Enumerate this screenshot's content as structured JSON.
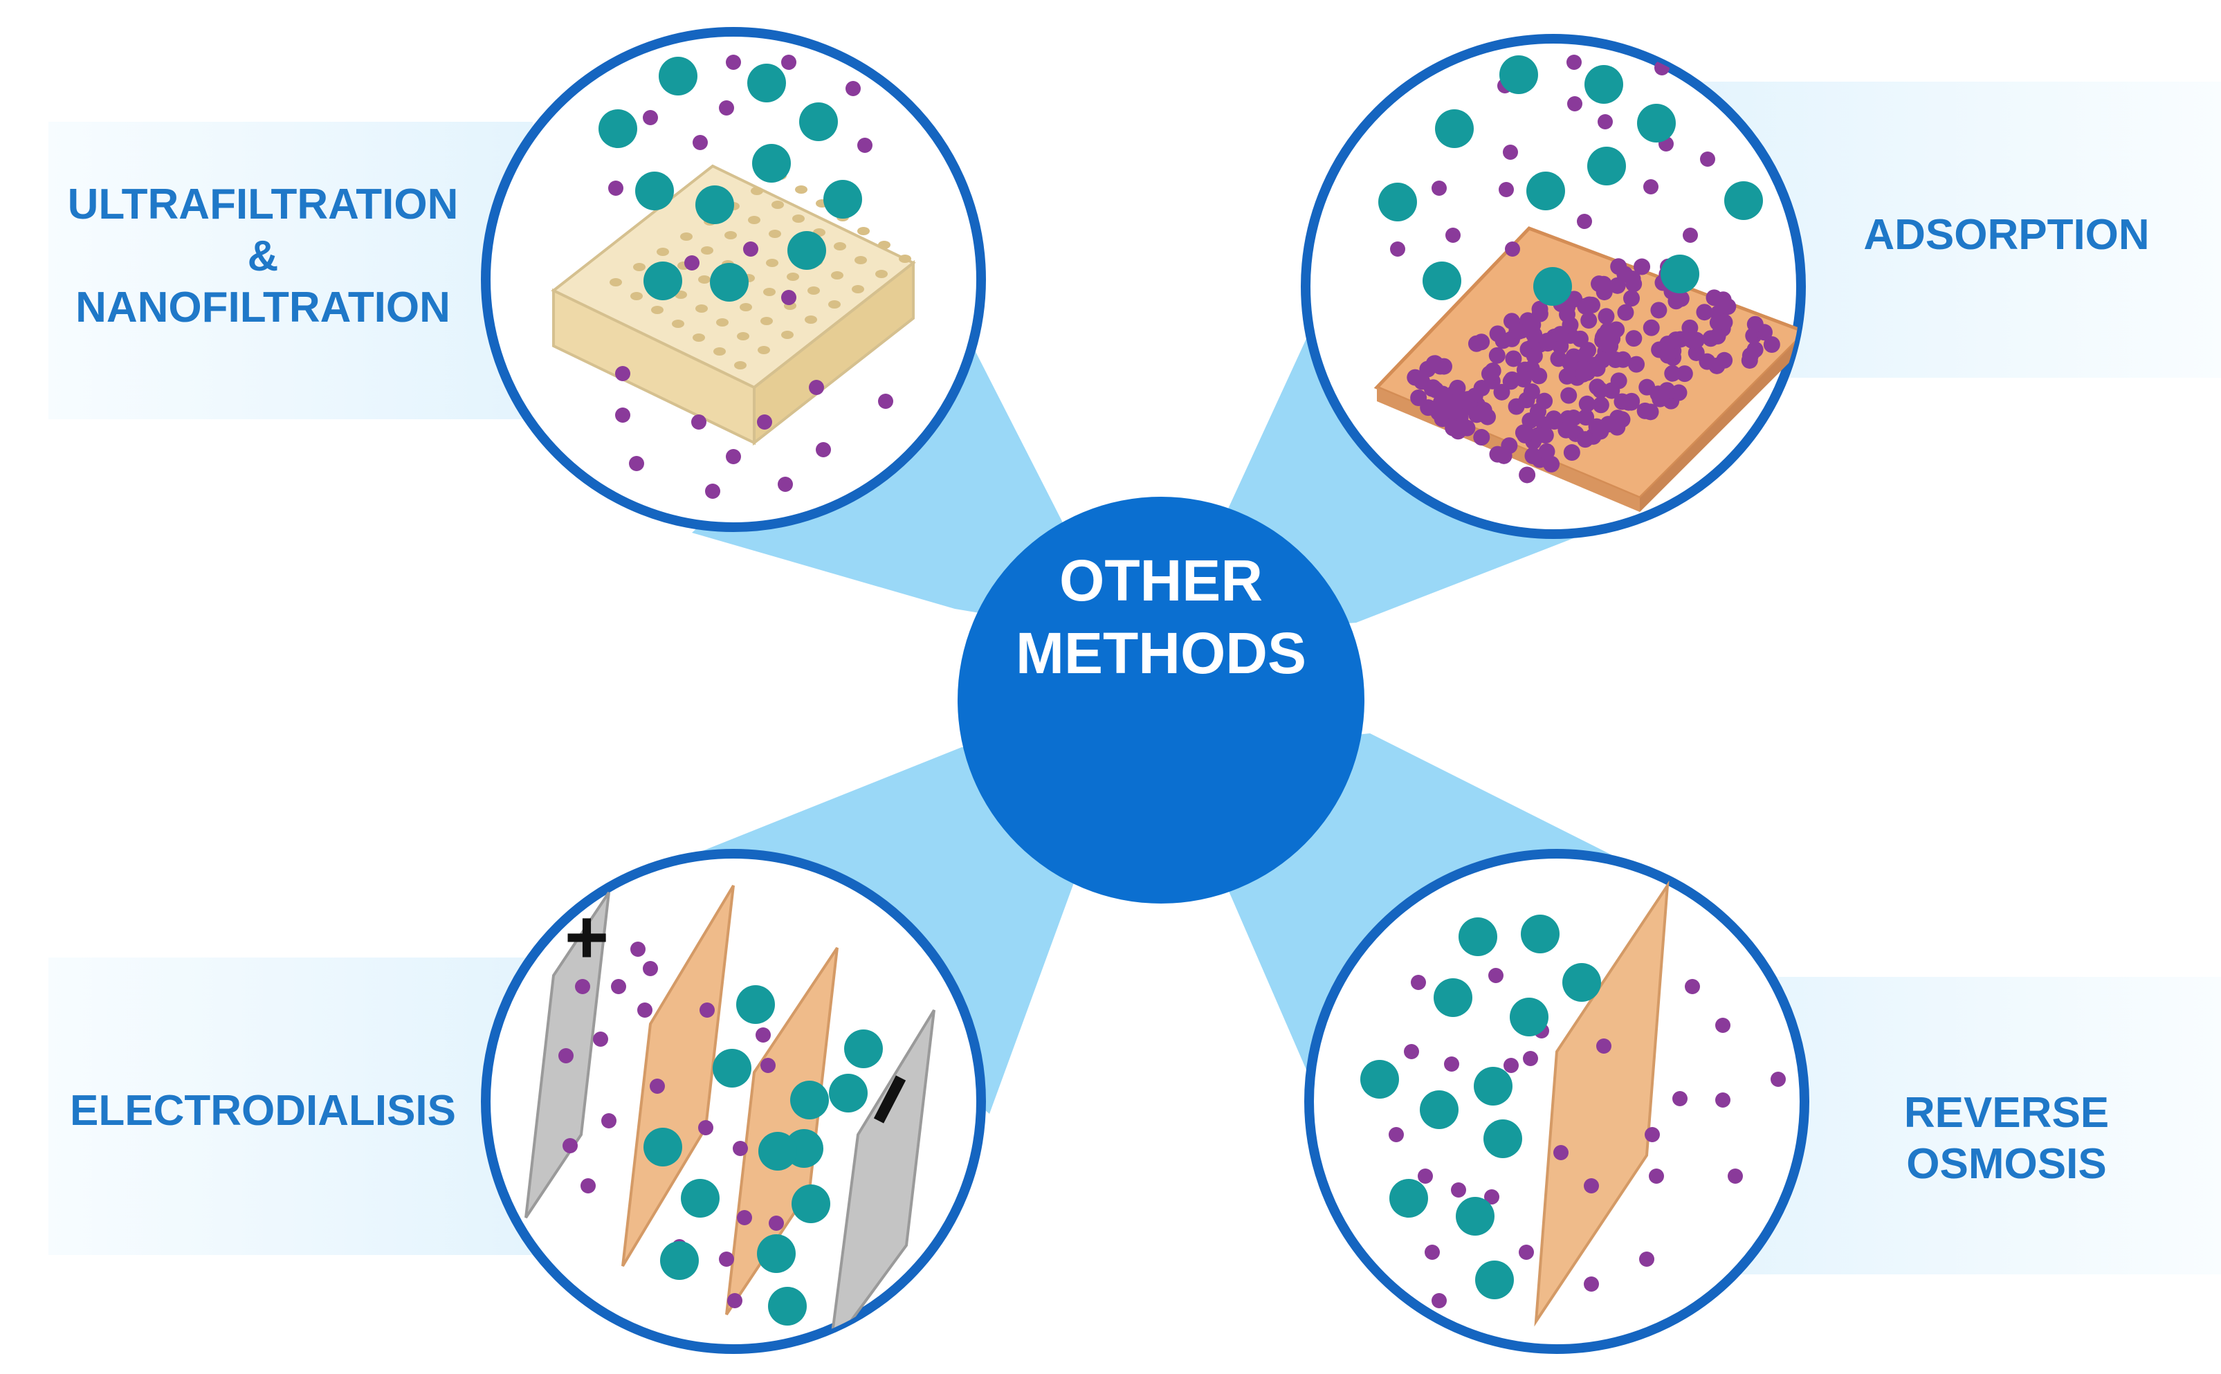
{
  "center": {
    "line1": "OTHER",
    "line2": "METHODS"
  },
  "methods": {
    "ultrafiltration": {
      "line1": "ULTRAFILTRATION",
      "line2": "&",
      "line3": "NANOFILTRATION"
    },
    "adsorption": {
      "line1": "ADSORPTION"
    },
    "electrodialysis": {
      "line1": "ELECTRODIALISIS"
    },
    "reverse_osmosis": {
      "line1": "REVERSE",
      "line2": "OSMOSIS"
    }
  },
  "symbols": {
    "plus": "+",
    "minus": "−"
  },
  "colors": {
    "hub": "#0b6fd0",
    "ring": "#1565c0",
    "beam": "#9ad8f7",
    "band": "#e7f5fd",
    "label": "#1f78c8",
    "teal_particle": "#159a9c",
    "purple_particle": "#8a3a9a",
    "membrane": "#efbb8a",
    "electrode": "#c4c4c4",
    "filter_block": "#f4e6c4"
  }
}
